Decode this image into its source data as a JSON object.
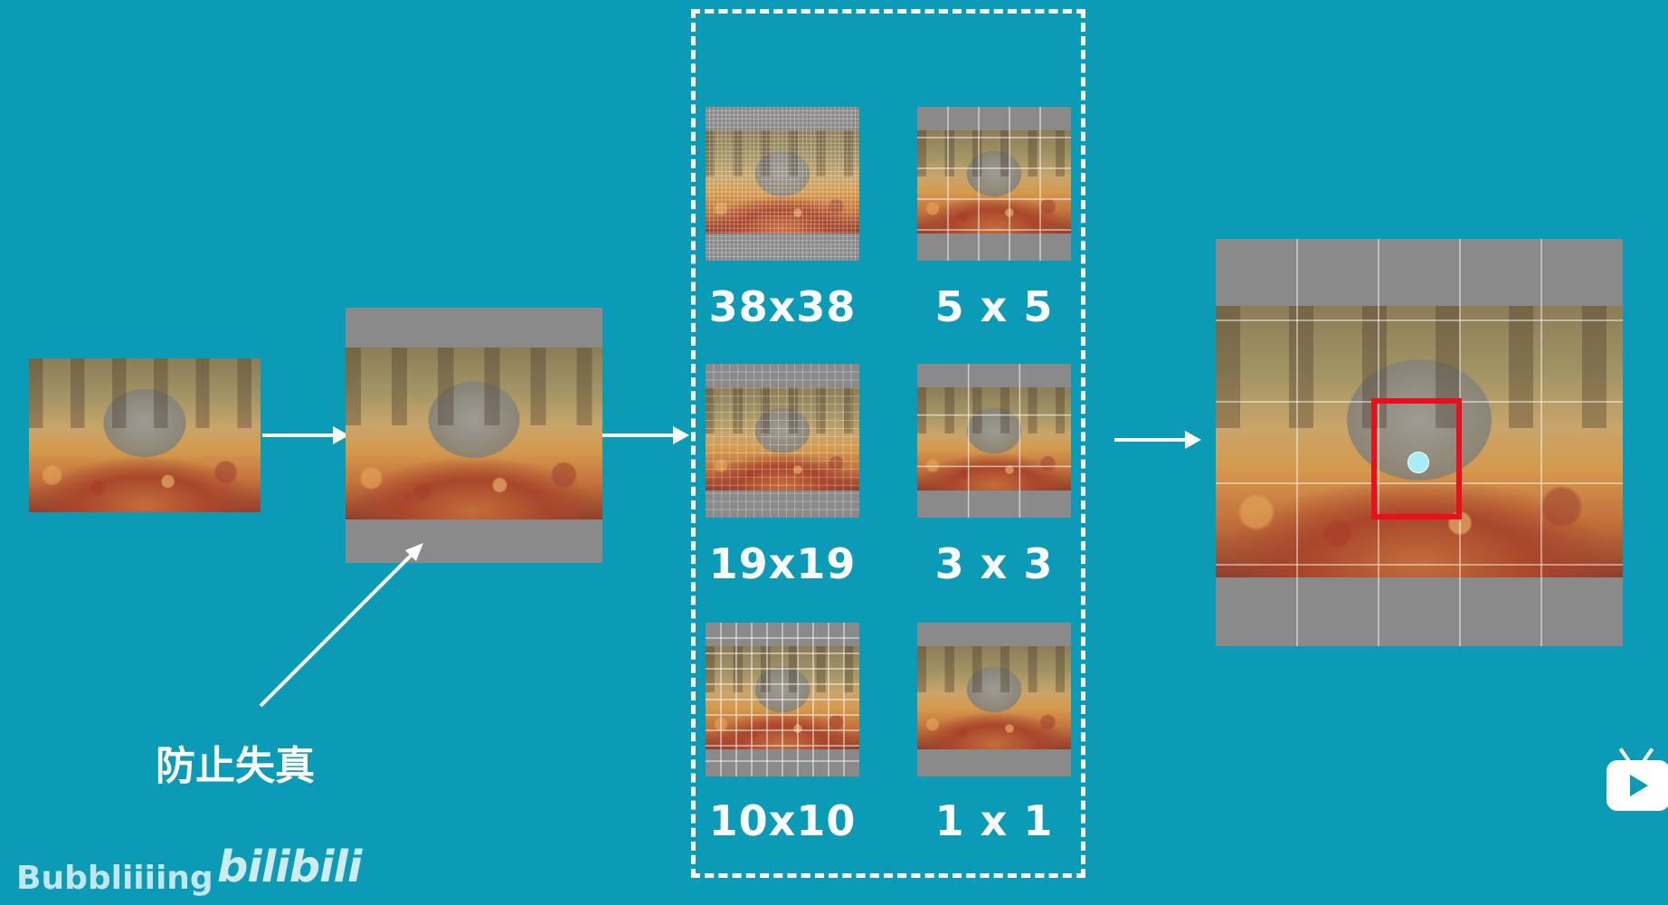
{
  "title": "",
  "caption": "防止失真",
  "watermark": "Bubbliiiing",
  "brand": "bilibili",
  "feature_maps": [
    {
      "label": "38x38",
      "grid": 38
    },
    {
      "label": "5 x 5",
      "grid": 5
    },
    {
      "label": "19x19",
      "grid": 19
    },
    {
      "label": "3 x 3",
      "grid": 3
    },
    {
      "label": "10x10",
      "grid": 10
    },
    {
      "label": "1 x 1",
      "grid": 1
    }
  ],
  "result": {
    "grid": 5,
    "box_color": "#e8101a",
    "center_color": "#a8ecf5"
  },
  "colors": {
    "background": "#0b9bb6",
    "padding": "#8a8a8a",
    "arrow": "#ffffff"
  },
  "icons": [
    "arrow-right-icon",
    "arrow-diagonal-icon",
    "tv-play-icon"
  ]
}
